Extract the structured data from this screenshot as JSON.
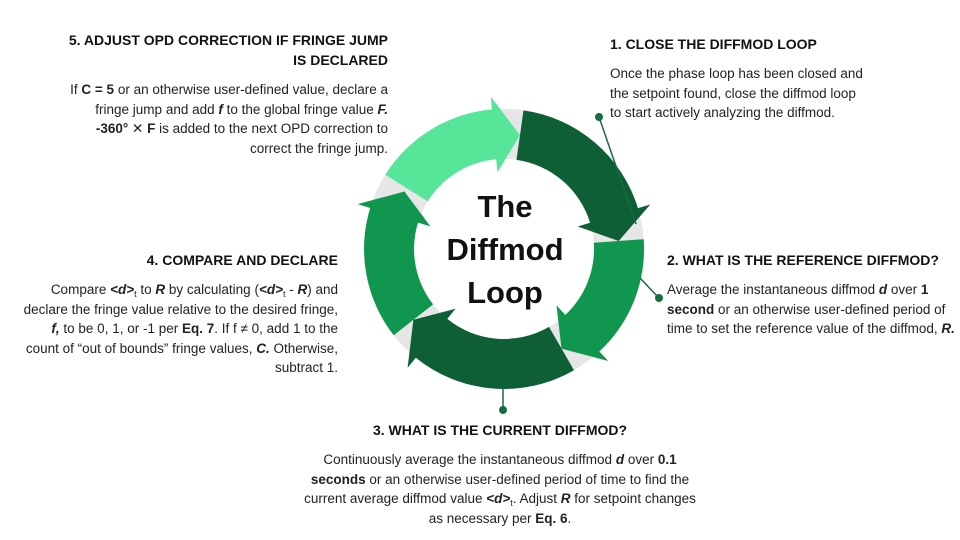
{
  "center": {
    "line1": "The",
    "line2": "Diffmod",
    "line3": "Loop"
  },
  "colors": {
    "ring_bg": "#e6e6e6",
    "dark_green": "#0e5e36",
    "mid_green": "#11964f",
    "light_green": "#57e59a",
    "dot": "#166b3f"
  },
  "steps": {
    "s1": {
      "title": "1. CLOSE THE DIFFMOD LOOP",
      "body": "Once the phase loop has been closed and the setpoint found, close the diffmod loop to start actively analyzing the diffmod."
    },
    "s2": {
      "title": "2. WHAT IS THE REFERENCE DIFFMOD?",
      "t1": "Average the instantaneous diffmod ",
      "d": "d",
      "t2": " over ",
      "one_second": "1 second",
      "t3": " or an otherwise user-defined period of time to set the reference value of the diffmod, ",
      "R": "R."
    },
    "s3": {
      "title": "3. WHAT IS THE CURRENT DIFFMOD?",
      "t1": "Continuously average the instantaneous diffmod ",
      "d": "d",
      "t2": " over ",
      "secs": "0.1 seconds",
      "t3": " or an otherwise user-defined period of time to find the current average diffmod value ",
      "davg": "<d>",
      "sub_t": "t",
      "t4": ". Adjust ",
      "R": "R",
      "t5": " for setpoint changes as necessary per ",
      "eq": "Eq. 6",
      "t6": "."
    },
    "s4": {
      "title": "4. COMPARE AND DECLARE",
      "t1": "Compare ",
      "davg": "<d>",
      "sub_t": "t",
      "t2": " to ",
      "R": "R",
      "t3": " by calculating (",
      "davg2": "<d>",
      "sub_t2": "t",
      "t4": " - ",
      "R2": "R",
      "t5": ") and declare the fringe value relative to the desired fringe, ",
      "f": "f,",
      "t6": " to be 0, 1, or -1 per ",
      "eq": "Eq. 7",
      "t7": ". If f ≠ 0, add 1 to the count of “out of bounds” fringe values, ",
      "C": "C.",
      "t8": " Otherwise, subtract 1."
    },
    "s5": {
      "title": "5. ADJUST OPD CORRECTION IF FRINGE JUMP IS DECLARED",
      "t1": "If ",
      "c5": "C = 5",
      "t2": " or an otherwise user-defined value, declare a fringe jump and add ",
      "f": "f",
      "t3": " to the global fringe value ",
      "F": "F.",
      "t4": " ",
      "formula": "-360° ✕ F",
      "t5": " is added to the next OPD correction to correct the fringe jump."
    }
  }
}
